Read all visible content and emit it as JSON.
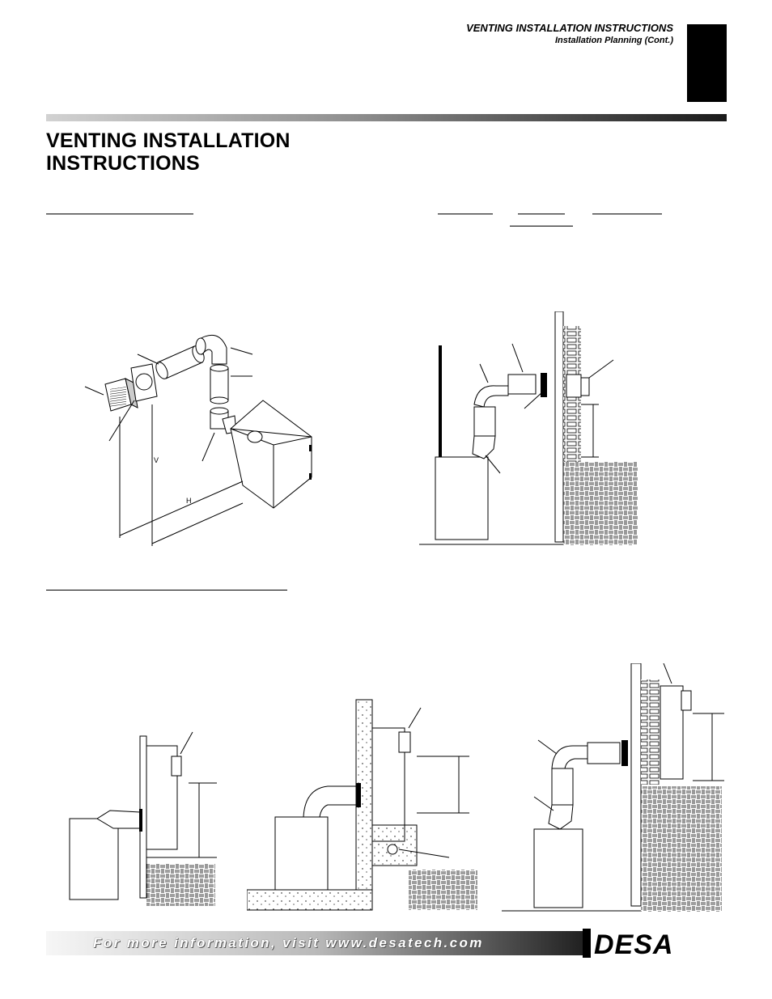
{
  "header": {
    "section_title": "VENTING INSTALLATION INSTRUCTIONS",
    "subtitle": "Installation Planning (Cont.)"
  },
  "page_title": {
    "line1": "VENTING INSTALLATION",
    "line2": "INSTRUCTIONS"
  },
  "figure_labels": {
    "vertical_dim": "V",
    "horizontal_dim": "H"
  },
  "footer": {
    "info_text": "For more information, visit www.desatech.com",
    "brand": "DESA"
  },
  "colors": {
    "text": "#000000",
    "footer_gradient_start": "#f6f6f6",
    "footer_gradient_end": "#1f1f1f"
  }
}
